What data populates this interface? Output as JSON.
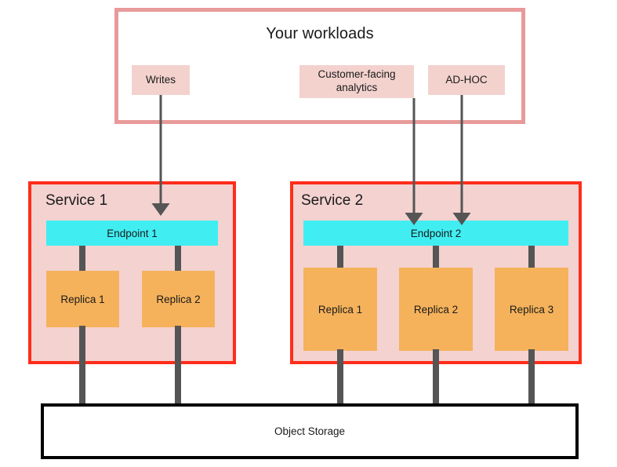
{
  "diagram": {
    "title": "Your workloads",
    "workloads": [
      {
        "id": "writes",
        "label": "Writes"
      },
      {
        "id": "customer-facing-analytics",
        "label": "Customer-facing analytics"
      },
      {
        "id": "ad-hoc",
        "label": "AD-HOC"
      }
    ],
    "services": [
      {
        "id": "service-1",
        "label": "Service 1",
        "endpoint": "Endpoint 1",
        "replicas": [
          "Replica 1",
          "Replica 2"
        ]
      },
      {
        "id": "service-2",
        "label": "Service 2",
        "endpoint": "Endpoint 2",
        "replicas": [
          "Replica 1",
          "Replica 2",
          "Replica 3"
        ]
      }
    ],
    "storage": {
      "label": "Object Storage"
    },
    "colors": {
      "workloads_border": "#e89a9a",
      "workload_chip_fill": "#f3d2ce",
      "service_border": "#ff2d1a",
      "service_fill": "#f3d2d0",
      "endpoint_fill": "#40eef2",
      "replica_fill": "#f5b25b",
      "connector": "#555555",
      "storage_border": "#000000",
      "arrow": "#555555",
      "text": "#1a1a1a",
      "background": "#ffffff"
    },
    "connections": [
      {
        "from": "writes",
        "to": "service-1.endpoint",
        "type": "arrow"
      },
      {
        "from": "customer-facing-analytics",
        "to": "service-2.endpoint",
        "type": "arrow"
      },
      {
        "from": "ad-hoc",
        "to": "service-2.endpoint",
        "type": "arrow"
      },
      {
        "from": "service-1.endpoint",
        "to": "service-1.replica-1",
        "type": "link"
      },
      {
        "from": "service-1.endpoint",
        "to": "service-1.replica-2",
        "type": "link"
      },
      {
        "from": "service-2.endpoint",
        "to": "service-2.replica-1",
        "type": "link"
      },
      {
        "from": "service-2.endpoint",
        "to": "service-2.replica-2",
        "type": "link"
      },
      {
        "from": "service-2.endpoint",
        "to": "service-2.replica-3",
        "type": "link"
      },
      {
        "from": "service-1.replica-1",
        "to": "storage",
        "type": "link"
      },
      {
        "from": "service-1.replica-2",
        "to": "storage",
        "type": "link"
      },
      {
        "from": "service-2.replica-1",
        "to": "storage",
        "type": "link"
      },
      {
        "from": "service-2.replica-2",
        "to": "storage",
        "type": "link"
      },
      {
        "from": "service-2.replica-3",
        "to": "storage",
        "type": "link"
      }
    ]
  }
}
